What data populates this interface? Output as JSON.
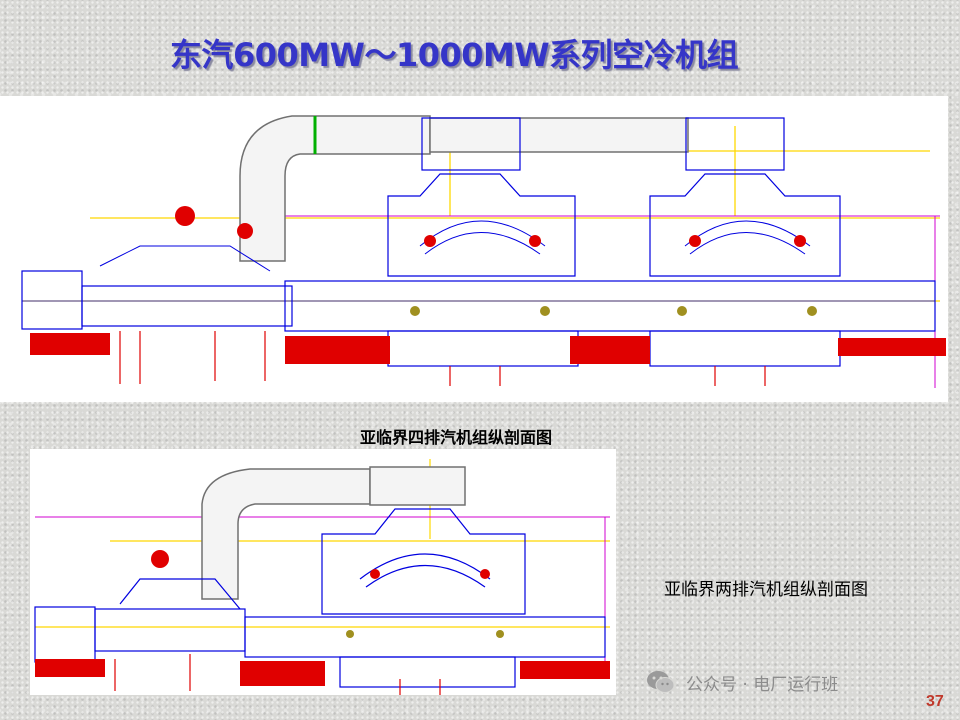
{
  "slide": {
    "title": "东汽600MW～1000MW系列空冷机组",
    "page_number": "37"
  },
  "figures": [
    {
      "caption": "亚临界四排汽机组纵剖面图"
    },
    {
      "caption": "亚临界两排汽机组纵剖面图"
    }
  ],
  "watermark": {
    "text": "公众号 · 电厂运行班",
    "icon": "wechat-icon"
  },
  "colors": {
    "title": "#3535c8",
    "outline": "#0000e0",
    "section": "#e00000",
    "centerline": "#ffd800",
    "dimension": "#d000d0",
    "piping": "#808080",
    "page_number": "#c0392b"
  }
}
